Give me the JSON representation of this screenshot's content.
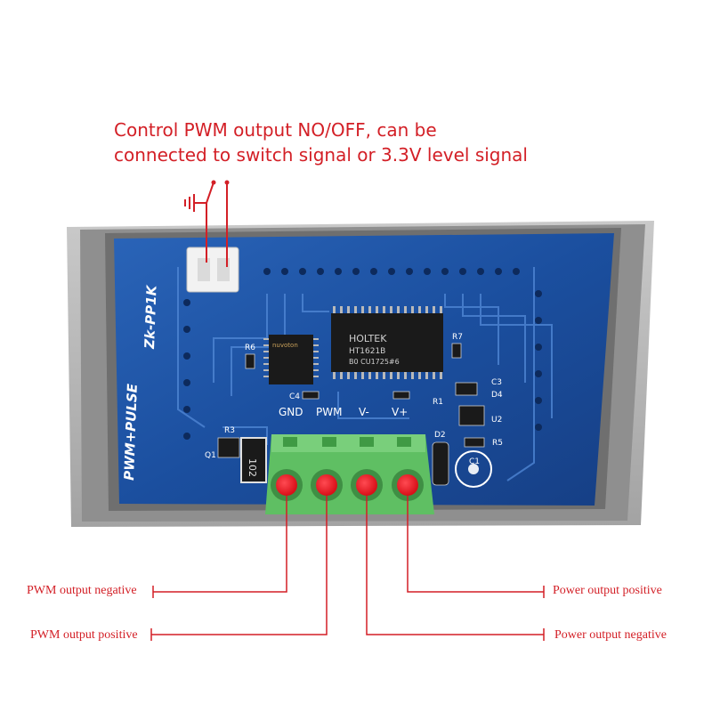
{
  "caption": {
    "line1": "Control PWM output NO/OFF, can be",
    "line2": "connected to switch signal or 3.3V level signal"
  },
  "board": {
    "model": "Zk-PP1K",
    "series": "PWM+PULSE",
    "terminal_pins": [
      "GND",
      "PWM",
      "V-",
      "V+"
    ],
    "components": [
      "R6",
      "R7",
      "R3",
      "R5",
      "R1",
      "C1",
      "C3",
      "C4",
      "D2",
      "D4",
      "U2",
      "Q1"
    ],
    "chip_main": [
      "HOLTEK",
      "HT1621B",
      "B0 CU1725#6"
    ],
    "chip_mcu": [
      "nuvoton"
    ],
    "resistor_code": "102"
  },
  "labels": {
    "pwm_negative": "PWM output negative",
    "pwm_positive": "PWM output positive",
    "power_positive": "Power output positive",
    "power_negative": "Power output negative"
  },
  "colors": {
    "annotation": "#d31f26",
    "pcb": "#1a4fa3",
    "terminal_block": "#5fbf63",
    "housing": "#9b9b9b",
    "screw_marker": "#e3101a"
  }
}
